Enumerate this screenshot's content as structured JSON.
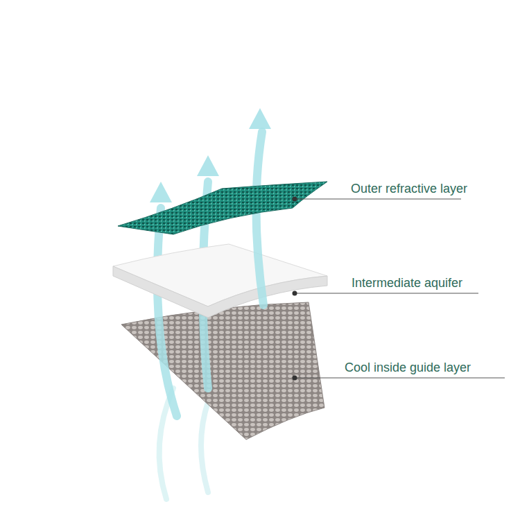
{
  "diagram": {
    "labels": [
      "Outer refractive layer",
      "Intermediate aquifer",
      "Cool inside guide layer"
    ]
  }
}
